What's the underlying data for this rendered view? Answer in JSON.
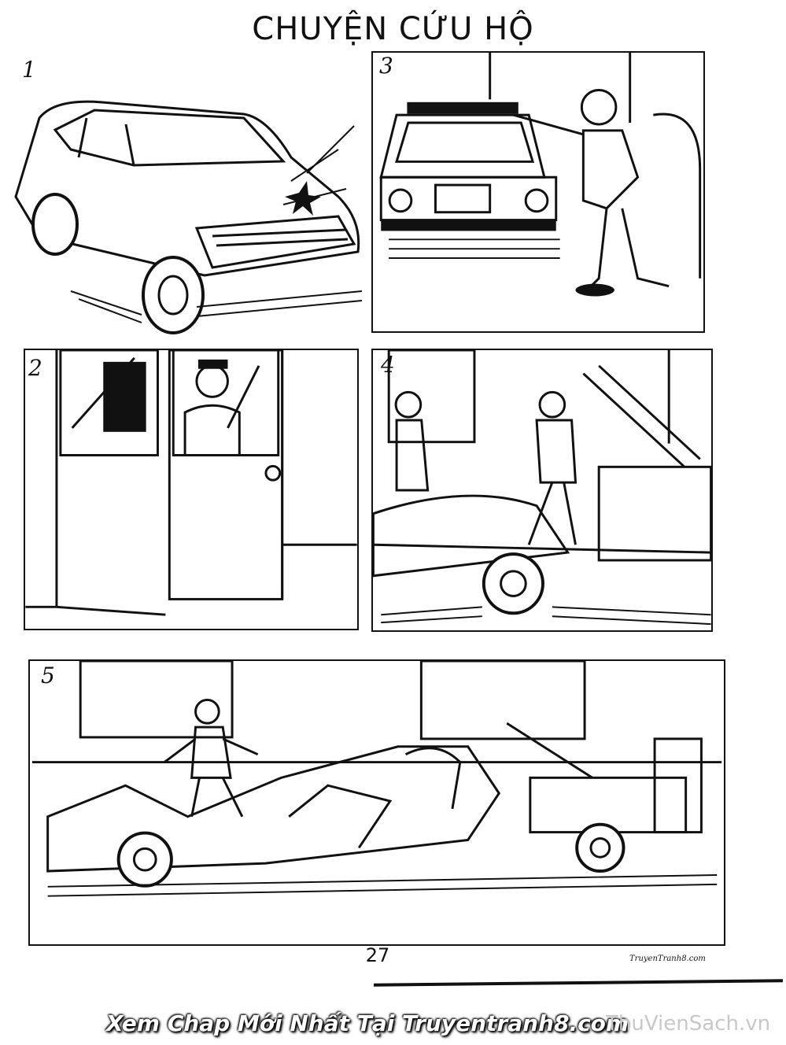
{
  "page": {
    "title": "CHUYỆN CỨU HỘ",
    "page_number": "27",
    "credit": "TruyenTranh8.com",
    "watermark": "Xem Chap Mới Nhất Tại Truyentranh8.com",
    "watermark_secondary": "ThuVienSach.vn"
  },
  "panels": [
    {
      "number": "1"
    },
    {
      "number": "3"
    },
    {
      "number": "2"
    },
    {
      "number": "4"
    },
    {
      "number": "5"
    }
  ]
}
